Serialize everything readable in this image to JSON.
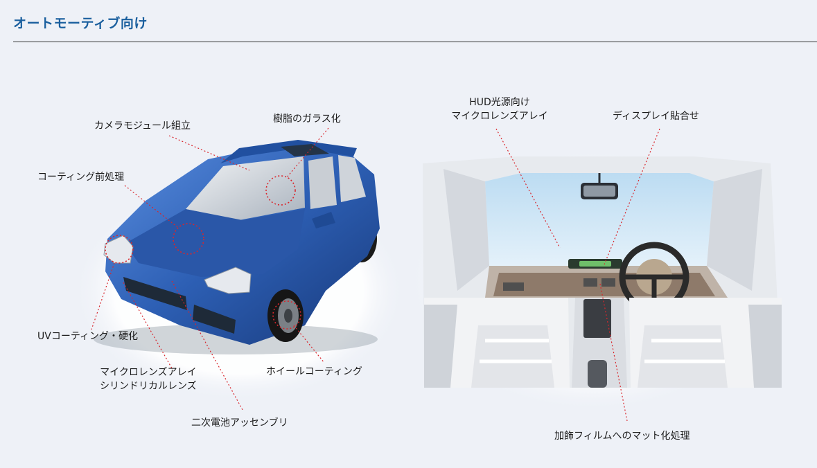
{
  "header": {
    "title": "オートモーティブ向け"
  },
  "car_labels": {
    "camera_module": "カメラモジュール組立",
    "resin_glass": "樹脂のガラス化",
    "coating_pretreat": "コーティング前処理",
    "uv_coating": "UVコーティング・硬化",
    "microlens_line1": "マイクロレンズアレイ",
    "microlens_line2": "シリンドリカルレンズ",
    "wheel_coating": "ホイールコーティング",
    "battery": "二次電池アッセンブリ"
  },
  "interior_labels": {
    "hud_line1": "HUD光源向け",
    "hud_line2": "マイクロレンズアレイ",
    "display_bond": "ディスプレイ貼合せ",
    "matte_film": "加飾フィルムへのマット化処理"
  },
  "colors": {
    "title": "#1a5f9e",
    "car_body": "#2d5fb4",
    "leader": "#d9262c"
  }
}
